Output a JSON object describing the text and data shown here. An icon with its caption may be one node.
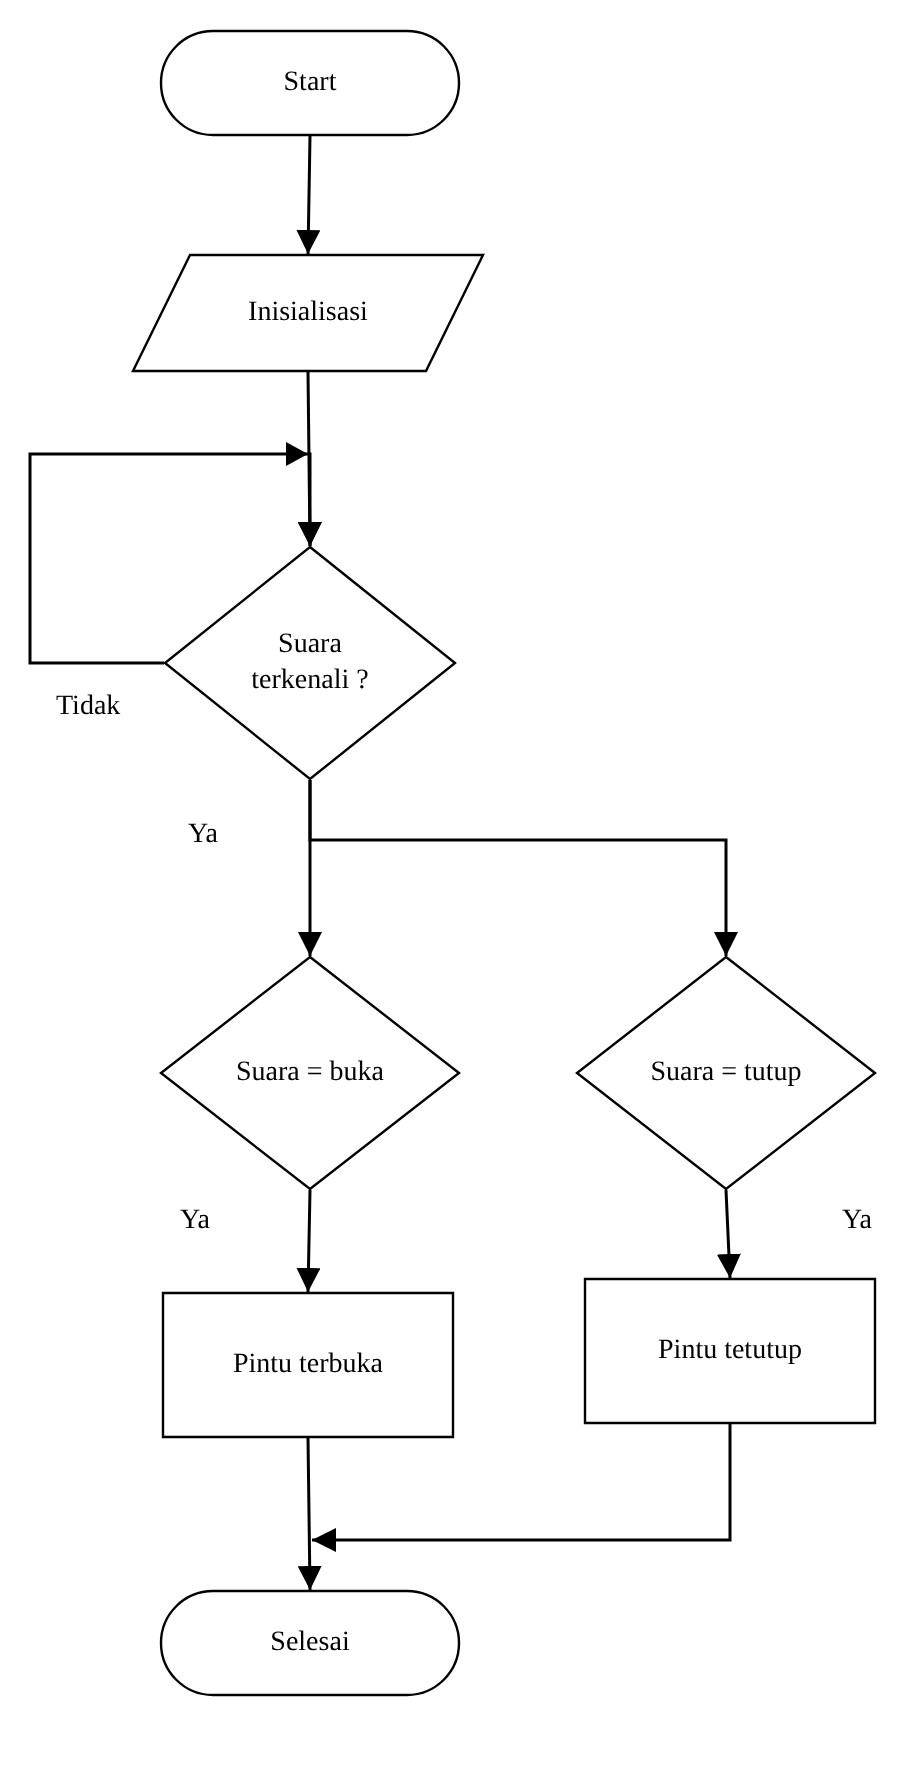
{
  "diagram": {
    "nodes": [
      {
        "text": [
          "Start"
        ]
      },
      {
        "text": [
          "Inisialisasi"
        ]
      },
      {
        "text": [
          "Suara terkenali ?"
        ]
      },
      {
        "text": [
          "Suara = buka"
        ]
      },
      {
        "text": [
          "Suara = tutup"
        ]
      },
      {
        "text": [
          "Pintu terbuka"
        ]
      },
      {
        "text": [
          "Pintu tetutup"
        ]
      },
      {
        "text": [
          "Selesai"
        ]
      }
    ],
    "edges": [
      {
        "from": 0,
        "to": 1,
        "arrow": "to"
      },
      {
        "from": 1,
        "to": 2,
        "arrow": "to"
      },
      {
        "from": 2,
        "to": 2,
        "arrow": "to",
        "label": "Tidak"
      },
      {
        "from": 2,
        "to": 3,
        "arrow": "to",
        "label": "Ya"
      },
      {
        "from": 2,
        "to": 4,
        "arrow": "to"
      },
      {
        "from": 3,
        "to": 5,
        "arrow": "to",
        "label": "Ya"
      },
      {
        "from": 4,
        "to": 6,
        "arrow": "to",
        "label": "Ya"
      },
      {
        "from": 5,
        "to": 7,
        "arrow": "to"
      },
      {
        "from": 6,
        "to": 7,
        "arrow": "to"
      }
    ]
  }
}
